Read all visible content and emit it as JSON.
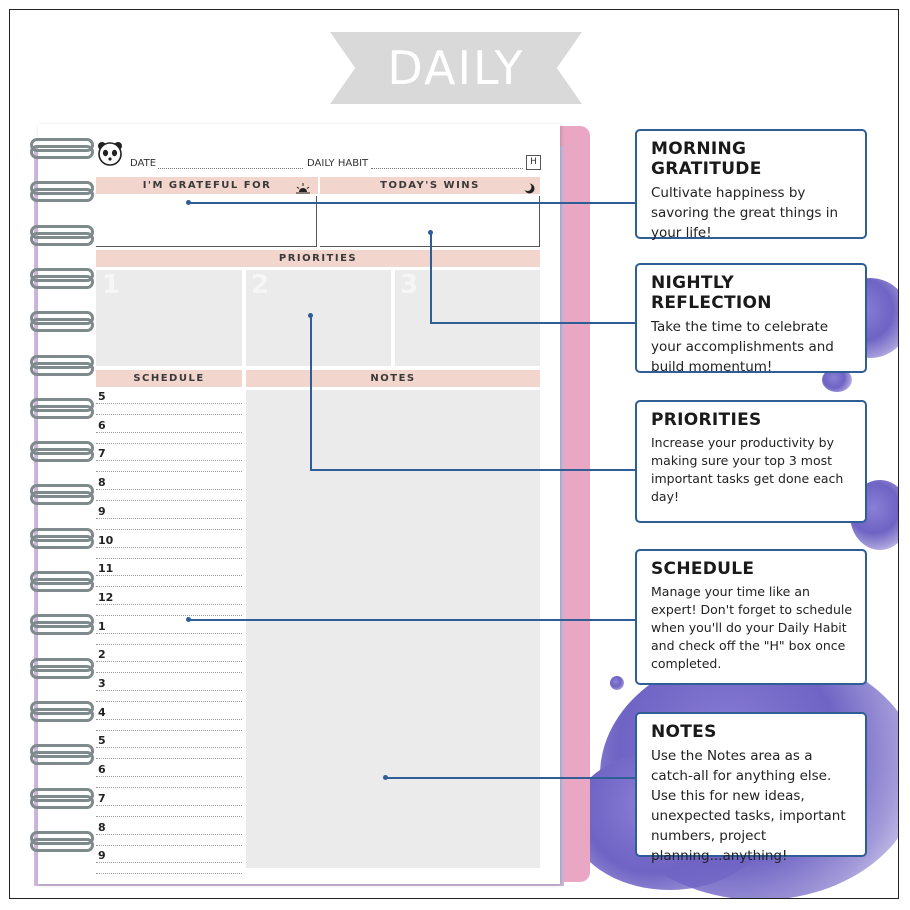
{
  "banner": {
    "title": "DAILY"
  },
  "planner": {
    "date_label": "DATE",
    "daily_habit_label": "DAILY HABIT",
    "habit_box_letter": "H",
    "grateful_header": "I'M GRATEFUL FOR",
    "wins_header": "TODAY'S WINS",
    "priorities_header": "PRIORITIES",
    "priority_numbers": [
      "1",
      "2",
      "3"
    ],
    "schedule_header": "SCHEDULE",
    "notes_header": "NOTES",
    "schedule_hours": [
      "5",
      "6",
      "7",
      "8",
      "9",
      "10",
      "11",
      "12",
      "1",
      "2",
      "3",
      "4",
      "5",
      "6",
      "7",
      "8",
      "9"
    ]
  },
  "callouts": [
    {
      "title": "MORNING GRATITUDE",
      "body": "Cultivate happiness by savoring the great things in your life!"
    },
    {
      "title": "NIGHTLY REFLECTION",
      "body": "Take the time to celebrate your accomplishments and build momentum!"
    },
    {
      "title": "PRIORITIES",
      "body": "Increase your productivity by making sure your top 3 most important tasks get done each day!"
    },
    {
      "title": "SCHEDULE",
      "body": "Manage your time like an expert! Don't forget to schedule when you'll do your Daily Habit and check off the \"H\" box once completed."
    },
    {
      "title": "NOTES",
      "body": "Use the Notes area as a catch-all for anything else. Use this for new ideas, unexpected tasks, important numbers, project planning...anything!"
    }
  ],
  "colors": {
    "accent": "#2f5e96",
    "section_header": "#f2d5cc",
    "cover": "#e9a7c4",
    "splash": "#7367c8"
  }
}
